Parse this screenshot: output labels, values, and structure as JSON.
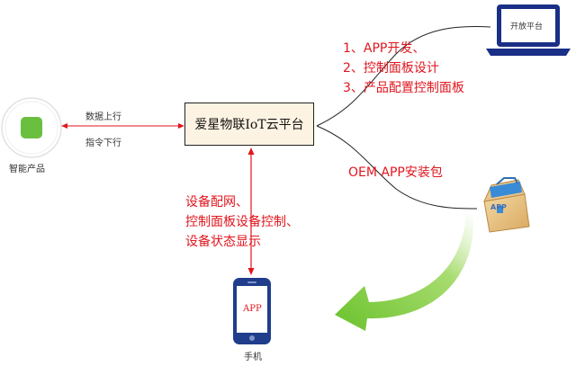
{
  "device": {
    "label": "智能产品"
  },
  "uplink_label": "数据上行",
  "downlink_label": "指令下行",
  "platform": {
    "title": "爱星物联IoT云平台"
  },
  "open_platform": {
    "screen_text": "开放平台"
  },
  "dev_items": [
    "1、APP开发、",
    "2、控制面板设计",
    "3、产品配置控制面板"
  ],
  "oem_label": "OEM APP安装包",
  "package_icon_text": "APP",
  "phone_features": [
    "设备配网、",
    "控制面板设备控制、",
    "设备状态显示"
  ],
  "phone": {
    "screen_text": "APP",
    "label": "手机"
  },
  "colors": {
    "red": "#e0161e",
    "green": "#7cc63a",
    "device_green": "#6bbf3f",
    "phone_blue": "#1f3d8a",
    "laptop_blue": "#1a2f86",
    "box_fill": "#fdf3e3"
  }
}
